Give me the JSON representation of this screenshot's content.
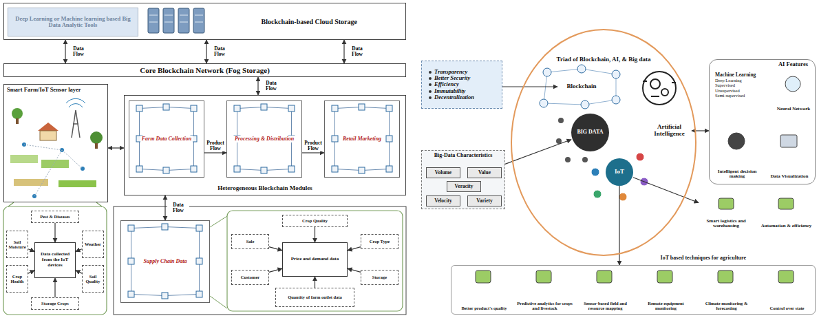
{
  "diagram": {
    "nodes": [
      {
        "text": [
          "Blockchain-based Cloud Storage"
        ]
      },
      {
        "text": [
          "Deep Learning or Machine learning based Big Data Analytic Tools"
        ],
        "in": 0
      },
      {
        "text": [
          "Core Blockchain Network (Fog Storage)"
        ]
      },
      {
        "text": [
          "Smart Farm/IoT Sensor layer"
        ]
      },
      {
        "text": [
          "Heterogeneous Blockchain Modules"
        ]
      },
      {
        "text": [
          "Farm Data Collection"
        ],
        "in": 4
      },
      {
        "text": [
          "Processing & Distribution"
        ],
        "in": 4
      },
      {
        "text": [
          "Retail Marketing"
        ],
        "in": 4
      },
      {
        "text": [
          "Data collected from the IoT devices"
        ]
      },
      {
        "text": [
          "Pest & Diseases"
        ]
      },
      {
        "text": [
          "Soil Moisture"
        ]
      },
      {
        "text": [
          "Weather"
        ]
      },
      {
        "text": [
          "Crop Health"
        ]
      },
      {
        "text": [
          "Soil Quality"
        ]
      },
      {
        "text": [
          "Storage Crops"
        ]
      },
      {
        "text": [
          "Supply Chain Data"
        ]
      },
      {
        "text": [
          "Crop Quality"
        ]
      },
      {
        "text": [
          "Sale"
        ]
      },
      {
        "text": [
          "Price and demand data"
        ]
      },
      {
        "text": [
          "Crop Type"
        ]
      },
      {
        "text": [
          "Customer"
        ]
      },
      {
        "text": [
          "Storage"
        ]
      },
      {
        "text": [
          "Quantity of farm outlet data"
        ]
      },
      {
        "text": [
          "Transparency",
          "Better Security",
          "Efficiency",
          "Immutability",
          "Decentralization"
        ]
      },
      {
        "text": [
          "Triad of Blockchain, AI, & Big data"
        ]
      },
      {
        "text": [
          "Blockchain"
        ],
        "in": 24
      },
      {
        "text": [
          "Artificial Intelligence"
        ],
        "in": 24
      },
      {
        "text": [
          "BIG DATA"
        ],
        "in": 24
      },
      {
        "text": [
          "IoT"
        ],
        "in": 24
      },
      {
        "text": [
          "Big-Data Characteristics"
        ]
      },
      {
        "text": [
          "Volume"
        ],
        "in": 29
      },
      {
        "text": [
          "Value"
        ],
        "in": 29
      },
      {
        "text": [
          "Veracity"
        ],
        "in": 29
      },
      {
        "text": [
          "Velocity"
        ],
        "in": 29
      },
      {
        "text": [
          "Variety"
        ],
        "in": 29
      },
      {
        "text": [
          "AI Features"
        ]
      },
      {
        "text": [
          "Machine Learning",
          "Deep Learning",
          "Supervised",
          "Unsupervised",
          "Semi-supervised"
        ],
        "in": 35
      },
      {
        "text": [
          "Neural Network"
        ],
        "in": 35
      },
      {
        "text": [
          "Intelligent decision making"
        ],
        "in": 35
      },
      {
        "text": [
          "Data Visualization"
        ],
        "in": 35
      },
      {
        "text": [
          "Smart logistics and warehousing"
        ]
      },
      {
        "text": [
          "Automation & efficiency"
        ]
      },
      {
        "text": [
          "IoT based techniques for agriculture"
        ]
      },
      {
        "text": [
          "Better product's quality"
        ],
        "in": 42
      },
      {
        "text": [
          "Predictive analytics for crops and livestock"
        ],
        "in": 42
      },
      {
        "text": [
          "Sensor-based field and resource mapping"
        ],
        "in": 42
      },
      {
        "text": [
          "Remote equipment monitoring"
        ],
        "in": 42
      },
      {
        "text": [
          "Climate monitoring & forecasting"
        ],
        "in": 42
      },
      {
        "text": [
          "Control over state"
        ],
        "in": 42
      }
    ],
    "edges": [
      {
        "from": 0,
        "to": 2,
        "arrow": "both",
        "label": "Data Flow"
      },
      {
        "from": 0,
        "to": 2,
        "arrow": "both",
        "label": "Data Flow"
      },
      {
        "from": 0,
        "to": 2,
        "arrow": "both",
        "label": "Data Flow"
      },
      {
        "from": 2,
        "to": 4,
        "arrow": "both",
        "label": "Data Flow"
      },
      {
        "from": 3,
        "to": 4,
        "arrow": "both"
      },
      {
        "from": 5,
        "to": 6,
        "arrow": "to",
        "label": "Product Flow"
      },
      {
        "from": 6,
        "to": 7,
        "arrow": "to",
        "label": "Product Flow"
      },
      {
        "from": 4,
        "to": 15,
        "arrow": "both",
        "label": "Data Flow"
      },
      {
        "from": 9,
        "to": 8,
        "arrow": "to"
      },
      {
        "from": 10,
        "to": 8,
        "arrow": "to"
      },
      {
        "from": 11,
        "to": 8,
        "arrow": "to"
      },
      {
        "from": 12,
        "to": 8,
        "arrow": "to"
      },
      {
        "from": 13,
        "to": 8,
        "arrow": "to"
      },
      {
        "from": 14,
        "to": 8,
        "arrow": "to"
      },
      {
        "from": 16,
        "to": 18,
        "arrow": "to"
      },
      {
        "from": 17,
        "to": 18,
        "arrow": "to"
      },
      {
        "from": 19,
        "to": 18,
        "arrow": "to"
      },
      {
        "from": 20,
        "to": 18,
        "arrow": "to"
      },
      {
        "from": 21,
        "to": 18,
        "arrow": "to"
      },
      {
        "from": 22,
        "to": 18,
        "arrow": "to"
      },
      {
        "from": 23,
        "to": 25,
        "arrow": "to"
      },
      {
        "from": 29,
        "to": 27,
        "arrow": "to"
      },
      {
        "from": 26,
        "to": 35,
        "arrow": "both"
      },
      {
        "from": 28,
        "to": 40,
        "arrow": "to"
      },
      {
        "from": 28,
        "to": 42,
        "arrow": "to"
      }
    ]
  }
}
